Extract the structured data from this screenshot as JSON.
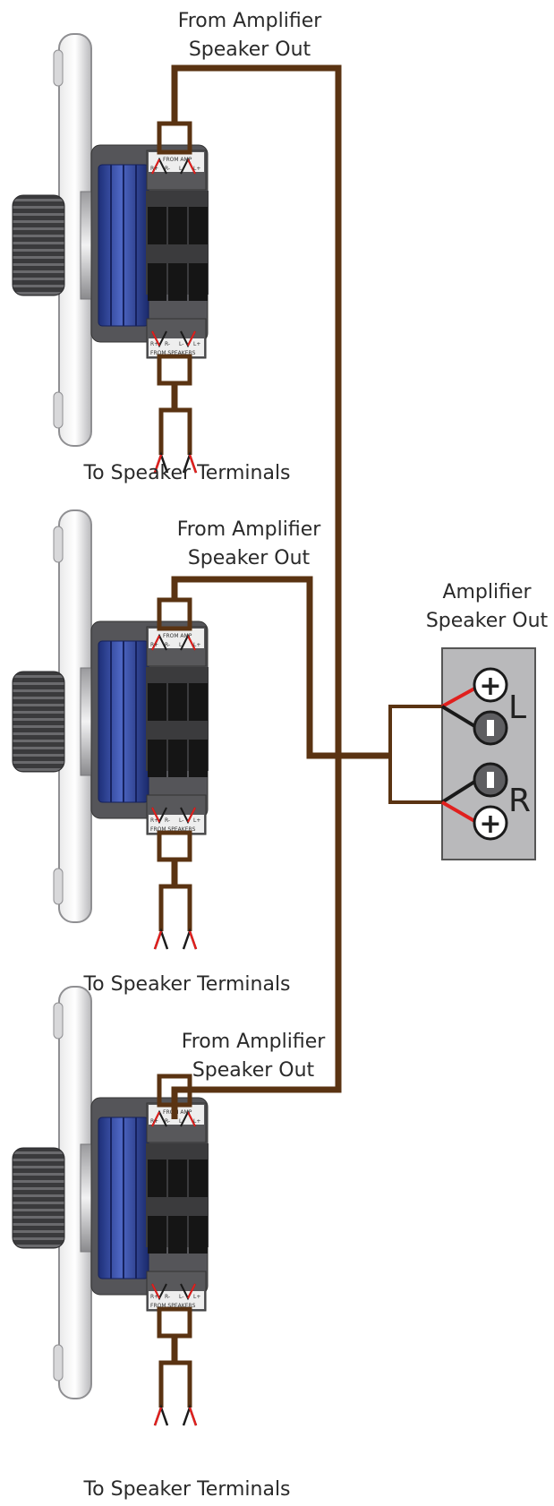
{
  "labels": {
    "from_amp_line1": "From Amplifier",
    "from_amp_line2": "Speaker Out",
    "to_speaker": "To Speaker Terminals",
    "amp_title_line1": "Amplifier",
    "amp_title_line2": "Speaker Out",
    "ch_left": "L",
    "ch_right": "R",
    "plus": "+",
    "minus": "−"
  },
  "terminal_block": {
    "top_header": "FROM AMP",
    "top_pins": [
      "R+",
      "R-",
      "L-",
      "L+"
    ],
    "bottom_pins": [
      "R+",
      "R-",
      "L-",
      "L+"
    ],
    "bottom_footer": "FROM SPEAKERS"
  },
  "colors": {
    "wire_brown": "#5a3312",
    "wire_red": "#e0201e",
    "wire_black": "#1a1a1a",
    "knob_blue": "#2f4aa6",
    "amp_panel": "#b9b9bb"
  }
}
